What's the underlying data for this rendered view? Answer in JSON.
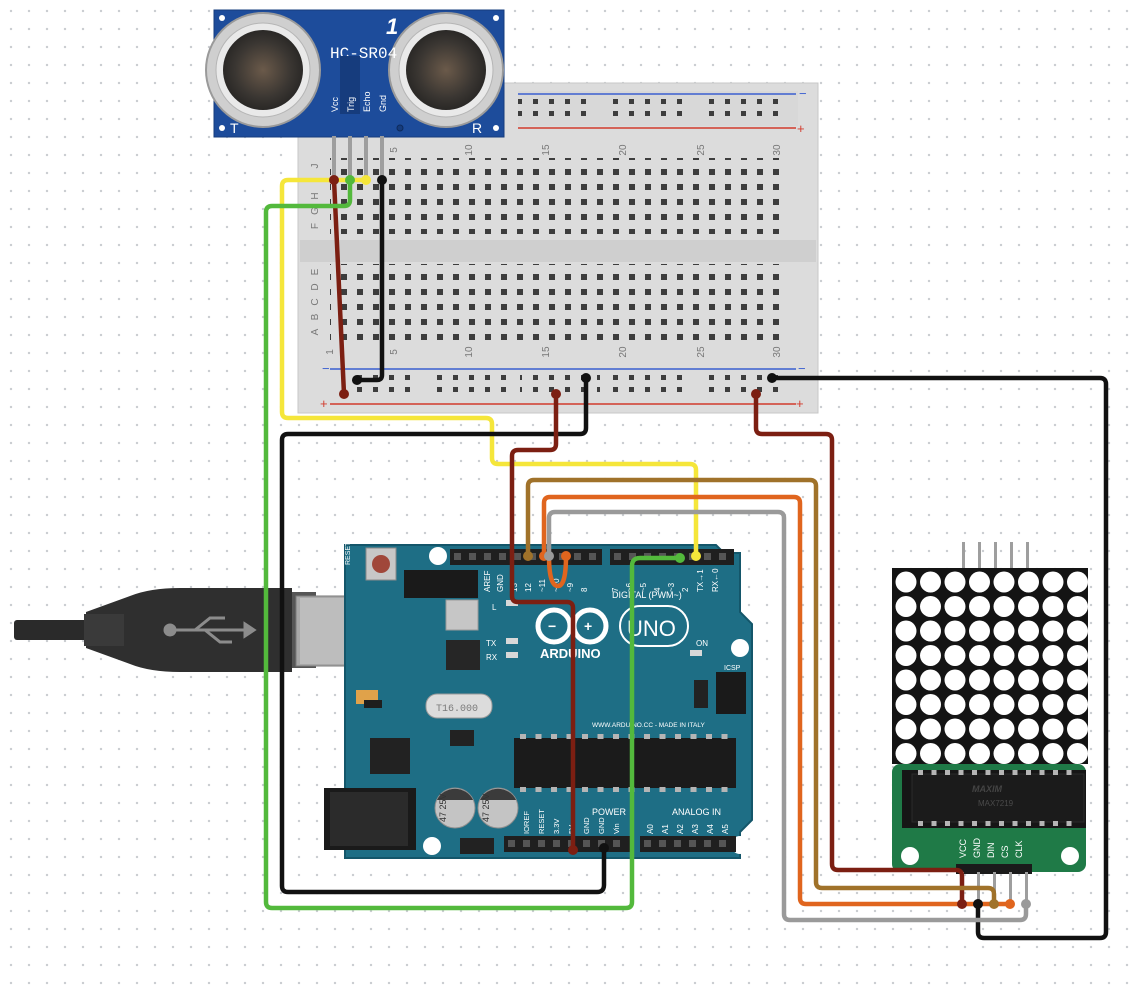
{
  "sensor": {
    "model": "HC-SR04",
    "pins": [
      "Vcc",
      "Trig",
      "Echo",
      "Gnd"
    ],
    "side_left": "T",
    "side_right": "R",
    "mark": "1"
  },
  "breadboard": {
    "rows_top": [
      "J",
      "I",
      "H",
      "G",
      "F"
    ],
    "rows_bottom": [
      "E",
      "D",
      "C",
      "B",
      "A"
    ],
    "column_numbers": [
      "1",
      "5",
      "10",
      "15",
      "20",
      "25",
      "30"
    ],
    "rail_minus": "−",
    "rail_plus": "+"
  },
  "arduino": {
    "logo": "ARDUINO",
    "model": "UNO",
    "digital_label": "DIGITAL (PWM~)",
    "power_label": "POWER",
    "analog_label": "ANALOG IN",
    "on_label": "ON",
    "tx_label": "TX",
    "rx_label": "RX",
    "l_label": "L",
    "reset_label": "RESET",
    "icsp_label": "ICSP",
    "crystal": "T16.000",
    "website": "WWW.ARDUINO.CC - MADE IN ITALY",
    "cap_text": "47 25V",
    "digital_pins": [
      "AREF",
      "GND",
      "13",
      "12",
      "~11",
      "~10",
      "~9",
      "8",
      "7",
      "~6",
      "~5",
      "4",
      "~3",
      "2",
      "TX→1",
      "RX←0"
    ],
    "power_pins": [
      "IOREF",
      "RESET",
      "3.3V",
      "5V",
      "GND",
      "GND",
      "Vin"
    ],
    "analog_pins": [
      "A0",
      "A1",
      "A2",
      "A3",
      "A4",
      "A5"
    ]
  },
  "matrix": {
    "chip": "MAX7219",
    "brand": "MAXIM",
    "pins": [
      "VCC",
      "GND",
      "DIN",
      "CS",
      "CLK"
    ]
  },
  "wire_colors": {
    "power": "#7c1f12",
    "ground": "#111111",
    "trig": "#f5e63a",
    "echo": "#53b93c",
    "din": "#a0722a",
    "cs": "#e0651e",
    "clk": "#9a9a9a"
  }
}
